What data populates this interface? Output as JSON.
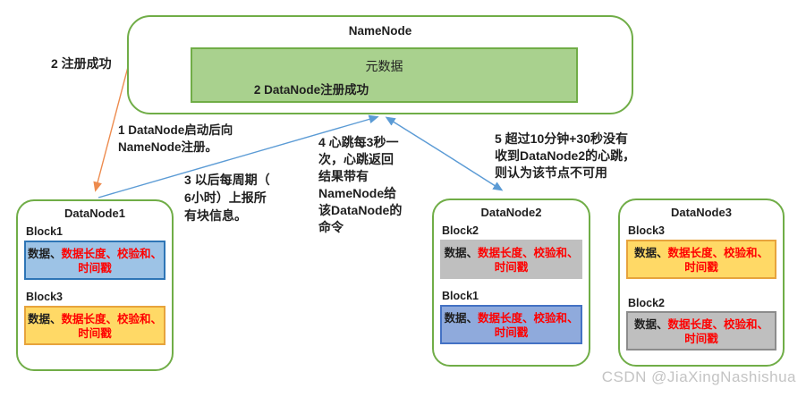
{
  "namenode": {
    "title": "NameNode",
    "metadata_label": "元数据",
    "register_success_label": "2 DataNode注册成功"
  },
  "annotations": {
    "step2": "2 注册成功",
    "step1": "1 DataNode启动后向\nNameNode注册。",
    "step3": "3 以后每周期（\n6小时）上报所\n有块信息。",
    "step4": "4 心跳每3秒一\n次，心跳返回\n结果带有\nNameNode给\n该DataNode的\n命令",
    "step5": "5 超过10分钟+30秒没有\n收到DataNode2的心跳，\n则认为该节点不可用"
  },
  "block_text": {
    "black": "数据、",
    "red_line1": "数据长度、校验和、",
    "red_line2": "\n时间戳"
  },
  "datanodes": [
    {
      "title": "DataNode1",
      "blocks": [
        {
          "label": "Block1",
          "color_key": "blue"
        },
        {
          "label": "Block3",
          "color_key": "yellow"
        }
      ]
    },
    {
      "title": "DataNode2",
      "blocks": [
        {
          "label": "Block2",
          "color_key": "gray"
        },
        {
          "label": "Block1",
          "color_key": "blue"
        }
      ]
    },
    {
      "title": "DataNode3",
      "blocks": [
        {
          "label": "Block3",
          "color_key": "yellow"
        },
        {
          "label": "Block2",
          "color_key": "gray"
        }
      ]
    }
  ],
  "watermark": "CSDN @JiaXingNashishua",
  "colors": {
    "green_border": "#70AD47",
    "green_fill": "#A9D18E",
    "blue_fill_light": "#9DC3E6",
    "blue_fill_dark": "#8FAADC",
    "blue_border": "#2E75B6",
    "yellow_fill": "#FFD966",
    "yellow_border": "#E7A33C",
    "gray_fill": "#BFBFBF",
    "red_text": "#FF0000",
    "arrow_blue": "#5B9BD5",
    "arrow_orange": "#ED8B4E"
  }
}
